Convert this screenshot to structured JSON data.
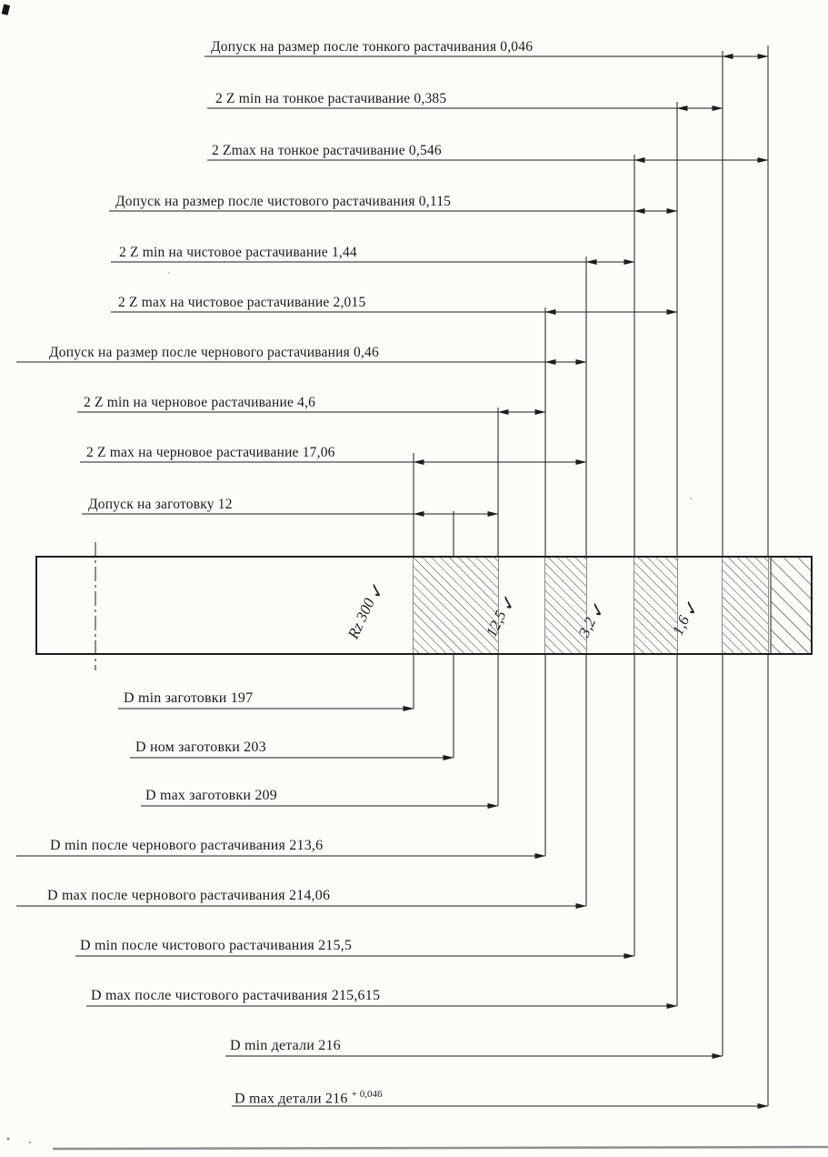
{
  "page": {
    "background_color": "#fcfcf9",
    "ink_color": "#1c1c1c",
    "description_language": "ru"
  },
  "diagram": {
    "top_rows": [
      {
        "label": "Допуск на размер после тонкого растачивания 0,046"
      },
      {
        "label": "2 Z min на тонкое растачивание 0,385"
      },
      {
        "label": "2 Zmax на тонкое растачивание 0,546"
      },
      {
        "label": "Допуск на размер после чистового растачивания 0,115"
      },
      {
        "label": "2 Z min на чистовое растачивание 1,44"
      },
      {
        "label": "2 Z max на чистовое растачивание 2,015"
      },
      {
        "label": "Допуск на размер после чернового растачивания 0,46"
      },
      {
        "label": "2 Z min на черновое растачивание 4,6"
      },
      {
        "label": "2 Z max на черновое растачивание 17,06"
      },
      {
        "label": "Допуск на заготовку 12"
      }
    ],
    "bottom_rows": [
      {
        "label": "D min заготовки 197"
      },
      {
        "label": "D ном заготовки 203"
      },
      {
        "label": "D max заготовки 209"
      },
      {
        "label": "D min после чернового растачивания 213,6"
      },
      {
        "label": "D max после чернового растачивания 214,06"
      },
      {
        "label": "D min после чистового растачивания 215,5"
      },
      {
        "label": "D max после чистового растачивания 215,615"
      },
      {
        "label": "D min детали 216"
      },
      {
        "label": "D max детали 216",
        "tolerance_superscript": "+ 0,046"
      }
    ],
    "roughness_marks": [
      {
        "value": "Rz 300",
        "icon": "surface-finish-check",
        "icon_glyph": "✓"
      },
      {
        "value": "12,5",
        "icon": "surface-finish-check",
        "icon_glyph": "✓"
      },
      {
        "value": "3,2",
        "icon": "surface-finish-check",
        "icon_glyph": "✓"
      },
      {
        "value": "1,6",
        "icon": "surface-finish-check",
        "icon_glyph": "✓"
      }
    ]
  }
}
